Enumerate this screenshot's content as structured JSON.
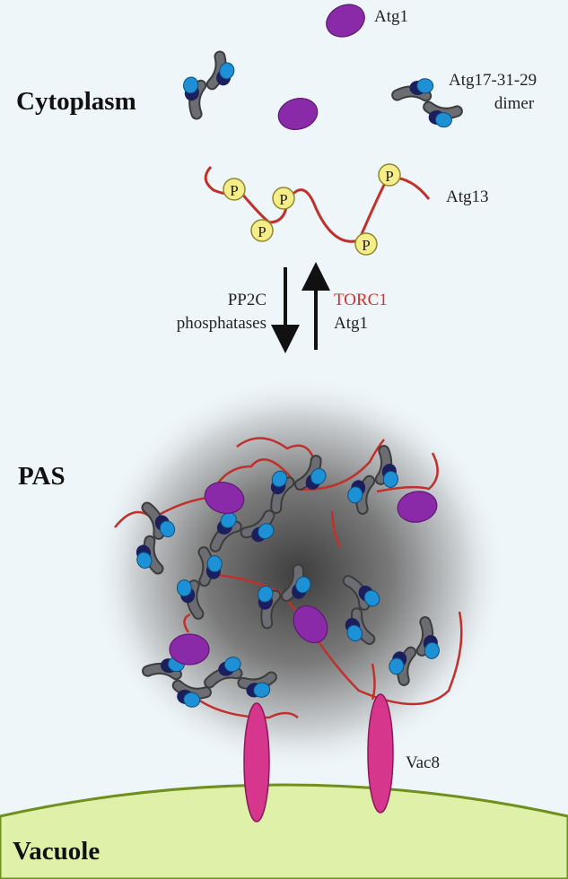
{
  "regions": {
    "cytoplasm": "Cytoplasm",
    "pas": "PAS",
    "vacuole": "Vacuole"
  },
  "proteins": {
    "atg1": "Atg1",
    "atg17_line1": "Atg17-31-29",
    "atg17_line2": "dimer",
    "atg13": "Atg13",
    "vac8": "Vac8",
    "phospho": "P"
  },
  "arrows": {
    "down_line1": "PP2C",
    "down_line2": "phosphatases",
    "up_line1": "TORC1",
    "up_line2": "Atg1"
  },
  "colors": {
    "background": "#eef6fa",
    "atg1": "#8a2aa8",
    "atg17": "#5f6166",
    "atg31": "#1e90d6",
    "atg29": "#1c1f5e",
    "atg13": "#c0312b",
    "phospho": "#f5ec8a",
    "torc1": "#d0312d",
    "vac8": "#d6368c",
    "vacuole": "#dff0a8"
  }
}
